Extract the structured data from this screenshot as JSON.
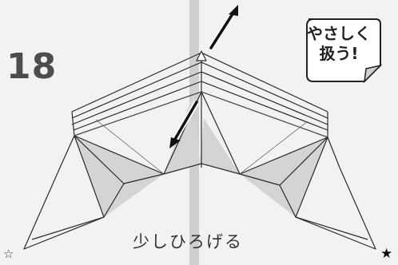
{
  "step": {
    "number": "18"
  },
  "caption": "少しひろげる",
  "badge": {
    "line1": "やさしく",
    "line2": "扱う!"
  },
  "stars": {
    "left": "☆",
    "right": "★"
  },
  "colors": {
    "background": "#f2f2f2",
    "center_band": "#cfcfcf",
    "line": "#2a2a2a",
    "shade": "#d6d6d6",
    "arrow": "#111111"
  }
}
